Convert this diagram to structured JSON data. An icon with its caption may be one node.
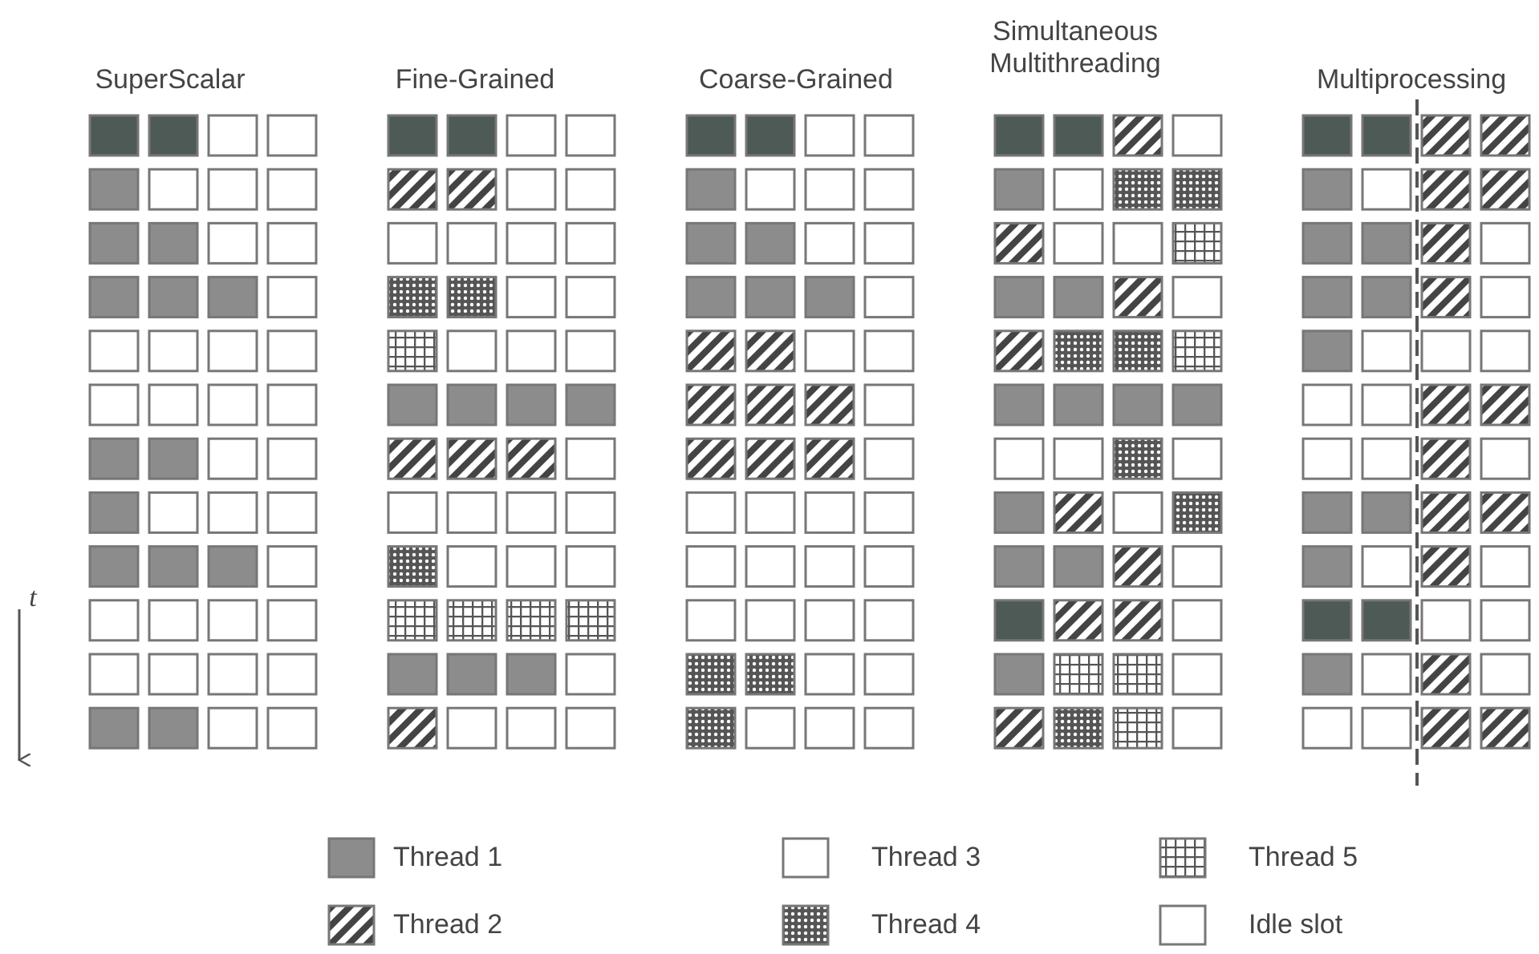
{
  "diagram": {
    "labels": [
      "SuperScalar",
      "Fine-Grained",
      "Coarse-Grained",
      "Simultaneous Multithreading",
      "Multiprocessing",
      "t"
    ],
    "legend": [
      {
        "text": "Thread 1",
        "color": "#8c8c8c"
      },
      {
        "text": "Thread 2"
      },
      {
        "text": "Thread 3",
        "color": "#ffffff"
      },
      {
        "text": "Thread 4"
      },
      {
        "text": "Thread 5"
      },
      {
        "text": "Idle slot",
        "color": "#ffffff"
      }
    ]
  }
}
